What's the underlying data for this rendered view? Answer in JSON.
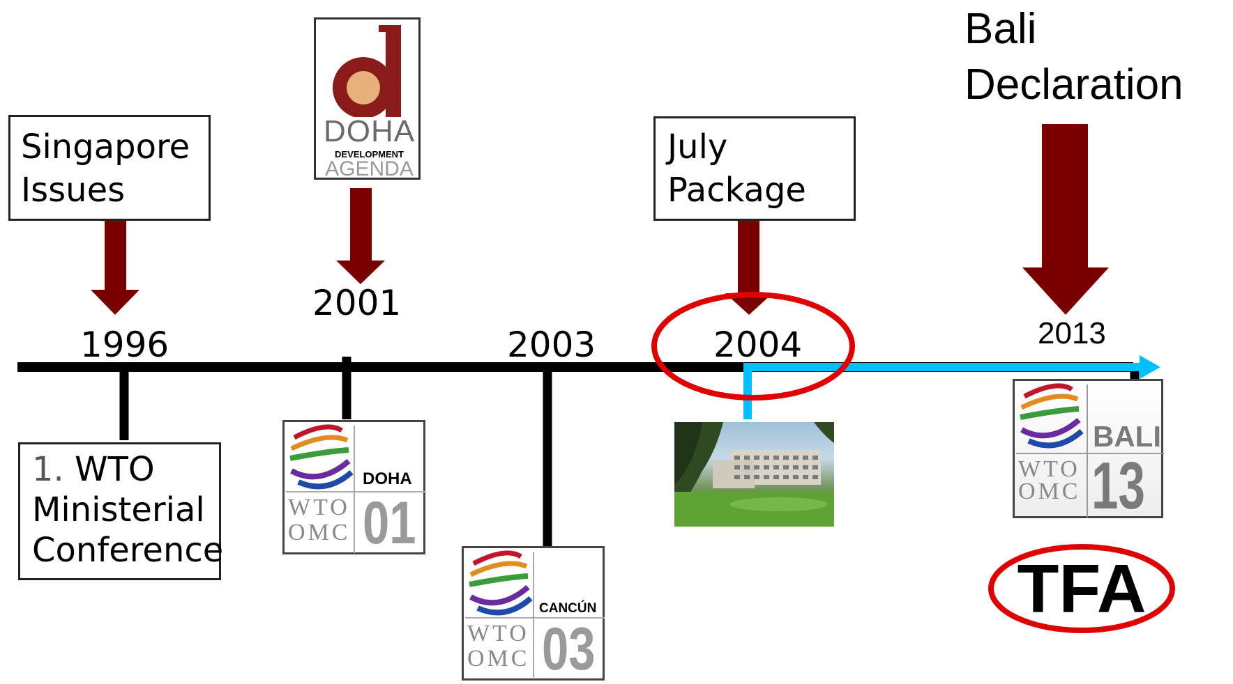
{
  "events": {
    "singapore": {
      "line1": "Singapore",
      "line2": "Issues"
    },
    "first_conf": {
      "num": "1.",
      "line1": "WTO",
      "line2": "Ministerial",
      "line3": "Conference"
    },
    "july": {
      "line1": "July",
      "line2": "Package"
    },
    "bali": {
      "line1": "Bali",
      "line2": "Declaration"
    }
  },
  "years": {
    "y1996": "1996",
    "y2001": "2001",
    "y2003": "2003",
    "y2004": "2004",
    "y2013": "2013"
  },
  "logos": {
    "doha_dev": {
      "d": "d",
      "doha": "DOHA",
      "development": "DEVELOPMENT",
      "agenda": "AGENDA"
    },
    "doha01": {
      "city": "DOHA",
      "wto": "WTO",
      "omc": "OMC",
      "num": "01"
    },
    "cancun03": {
      "city": "CANCÚN",
      "wto": "WTO",
      "omc": "OMC",
      "num": "03"
    },
    "bali13": {
      "city": "BALI",
      "wto": "WTO",
      "omc": "OMC",
      "num": "13"
    }
  },
  "tfa": "TFA",
  "colors": {
    "arrow": "#7a0000",
    "timeline": "#000000",
    "highlight": "#00bfff",
    "circle": "#e00000"
  }
}
